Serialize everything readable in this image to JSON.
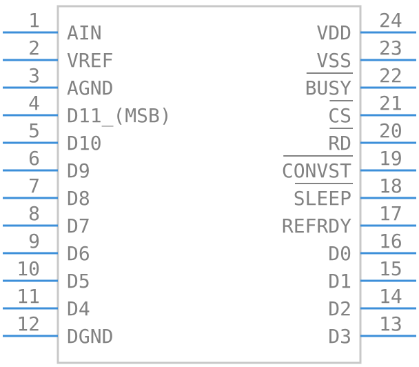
{
  "component": {
    "colors": {
      "body_outline": "#c8c8c8",
      "pin": "#3c8fd9",
      "text": "#828282",
      "background": "#ffffff"
    },
    "pins_left": [
      {
        "number": "1",
        "name": "AIN"
      },
      {
        "number": "2",
        "name": "VREF"
      },
      {
        "number": "3",
        "name": "AGND"
      },
      {
        "number": "4",
        "name": "D11_(MSB)"
      },
      {
        "number": "5",
        "name": "D10"
      },
      {
        "number": "6",
        "name": "D9"
      },
      {
        "number": "7",
        "name": "D8"
      },
      {
        "number": "8",
        "name": "D7"
      },
      {
        "number": "9",
        "name": "D6"
      },
      {
        "number": "10",
        "name": "D5"
      },
      {
        "number": "11",
        "name": "D4"
      },
      {
        "number": "12",
        "name": "DGND"
      }
    ],
    "pins_right": [
      {
        "number": "24",
        "name": "VDD",
        "active_low": false
      },
      {
        "number": "23",
        "name": "VSS",
        "active_low": false
      },
      {
        "number": "22",
        "name": "BUSY",
        "active_low": true
      },
      {
        "number": "21",
        "name": "CS",
        "active_low": true
      },
      {
        "number": "20",
        "name": "RD",
        "active_low": true
      },
      {
        "number": "19",
        "name": "CONVST",
        "active_low": true
      },
      {
        "number": "18",
        "name": "SLEEP",
        "active_low": true
      },
      {
        "number": "17",
        "name": "REFRDY",
        "active_low": false
      },
      {
        "number": "16",
        "name": "D0",
        "active_low": false
      },
      {
        "number": "15",
        "name": "D1",
        "active_low": false
      },
      {
        "number": "14",
        "name": "D2",
        "active_low": false
      },
      {
        "number": "13",
        "name": "D3",
        "active_low": false
      }
    ]
  }
}
